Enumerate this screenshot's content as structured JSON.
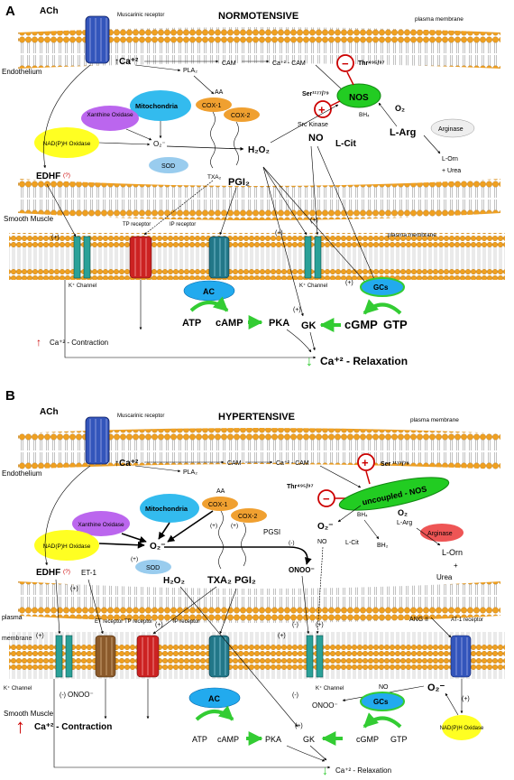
{
  "colors": {
    "lipid_head": "#f0a020",
    "lipid_tail": "#b0b0b0",
    "nos_green": "#22cc22",
    "receptor_blue": "#3355bb",
    "receptor_red": "#cc2222",
    "receptor_teal": "#227788",
    "receptor_brown": "#8b5a2b",
    "channel_teal": "#2aa198",
    "mito_blue": "#33bbee",
    "xo_purple": "#bb66ee",
    "nadph_yellow": "#ffff22",
    "cox_orange": "#f0a030",
    "sod_lightblue": "#99ccee",
    "arginase_red": "#ee5555",
    "arrow_green": "#33cc33"
  },
  "panel_a": {
    "letter": "A",
    "ach": "ACh",
    "muscarinic": "Muscarinic receptor",
    "title": "NORMOTENSIVE",
    "plasma_membrane_top": "plasma membrane",
    "endothelium": "Endothelium",
    "ca2": "↑Ca⁺²",
    "pla2": "PLA₂",
    "cam": "CAM",
    "ca_cam": "Ca⁺² - CAM",
    "thr": "Thr⁴⁹⁵/⁹⁷",
    "ser": "Ser¹¹⁷⁷/⁷⁹",
    "nos": "NOS",
    "minus": "−",
    "plus": "+",
    "aa": "AA",
    "mito": "Mitochondria",
    "cox1": "COX-1",
    "cox2": "COX-2",
    "xo": "Xanthine Oxidase",
    "nadph": "NAD(P)H Oxidase",
    "o2minus": "O₂⁻",
    "sod": "SOD",
    "src": "Src Kinase",
    "h2o2": "H₂O₂",
    "bh4": "BH₄",
    "o2": "O₂",
    "no": "NO",
    "lcit": "L-Cit",
    "larg": "L-Arg",
    "arginase": "Arginase",
    "lorn": "L-Orn",
    "urea": "+ Urea",
    "edhf": "EDHF",
    "q": "(?)",
    "txa2": "TXA₂",
    "pgi2": "PGI₂",
    "smooth": "Smooth Muscle",
    "tp": "TP receptor",
    "ip": "IP receptor",
    "plasma_membrane_bottom": "plasma membrane",
    "plus_label": "(+)",
    "kchannel": "K⁺ Channel",
    "ac": "AC",
    "gcs": "GCs",
    "atp": "ATP",
    "camp": "cAMP",
    "pka": "PKA",
    "gk": "GK",
    "cgmp": "cGMP",
    "gtp": "GTP",
    "contraction": "Ca⁺² - Contraction",
    "relaxation": "Ca⁺² - Relaxation"
  },
  "panel_b": {
    "letter": "B",
    "ach": "ACh",
    "muscarinic": "Muscarinic receptor",
    "title": "HYPERTENSIVE",
    "plasma_membrane_top": "plasma membrane",
    "endothelium": "Endothelium",
    "ca2": "↑Ca⁺²",
    "pla2": "PLA₂",
    "cam": "CAM",
    "ca_cam": "Ca⁺² - CAM",
    "ser": "Ser ¹¹⁷⁷/⁷⁹",
    "thr": "Thr⁴⁹⁵/⁹⁷",
    "unos": "uncoupled - NOS",
    "aa": "AA",
    "mito": "Mitochondria",
    "cox1": "COX-1",
    "cox2": "COX-2",
    "xo": "Xanthine Oxidase",
    "nadph": "NAD(P)H Oxidase",
    "o2minus": "O₂⁻",
    "o2minus2": "O₂⁻",
    "sod": "SOD",
    "pgsi": "PGSI",
    "minus_label": "(-)",
    "plus_label": "(+)",
    "o2": "O₂",
    "bh4": "BH₄",
    "larg": "L-Arg",
    "no": "NO",
    "lcit": "L-Cit",
    "bh2": "BH₂",
    "arginase": "Arginase",
    "lorn": "L-Orn",
    "plus_sign": "+",
    "urea": "Urea",
    "edhf": "EDHF",
    "q": "(?)",
    "et1": "ET-1",
    "h2o2": "H₂O₂",
    "txa2pgi2": "TXA₂ PGI₂",
    "onoo": "ONOO⁻",
    "plasma": "plasma",
    "membrane": "membrane",
    "et_receptor": "ET receptor",
    "tp": "TP receptor",
    "ip": "IP receptor",
    "angii": "ANG II",
    "at1": "AT-1 receptor",
    "kchannel": "K⁺ Channel",
    "kchannel2": "K⁺ Channel",
    "smooth": "Smooth Muscle",
    "onoo_left": "ONOO⁻",
    "onoo_mid": "ONOO⁻",
    "no_sm": "NO",
    "o2minus_sm": "O₂⁻",
    "ac": "AC",
    "gcs": "GCs",
    "nadph2": "NAD(P)H Oxidase",
    "atp": "ATP",
    "camp": "cAMP",
    "pka": "PKA",
    "gk": "GK",
    "cgmp": "cGMP",
    "gtp": "GTP",
    "contraction": "Ca⁺² - Contraction",
    "relaxation": "Ca⁺² - Relaxation"
  }
}
